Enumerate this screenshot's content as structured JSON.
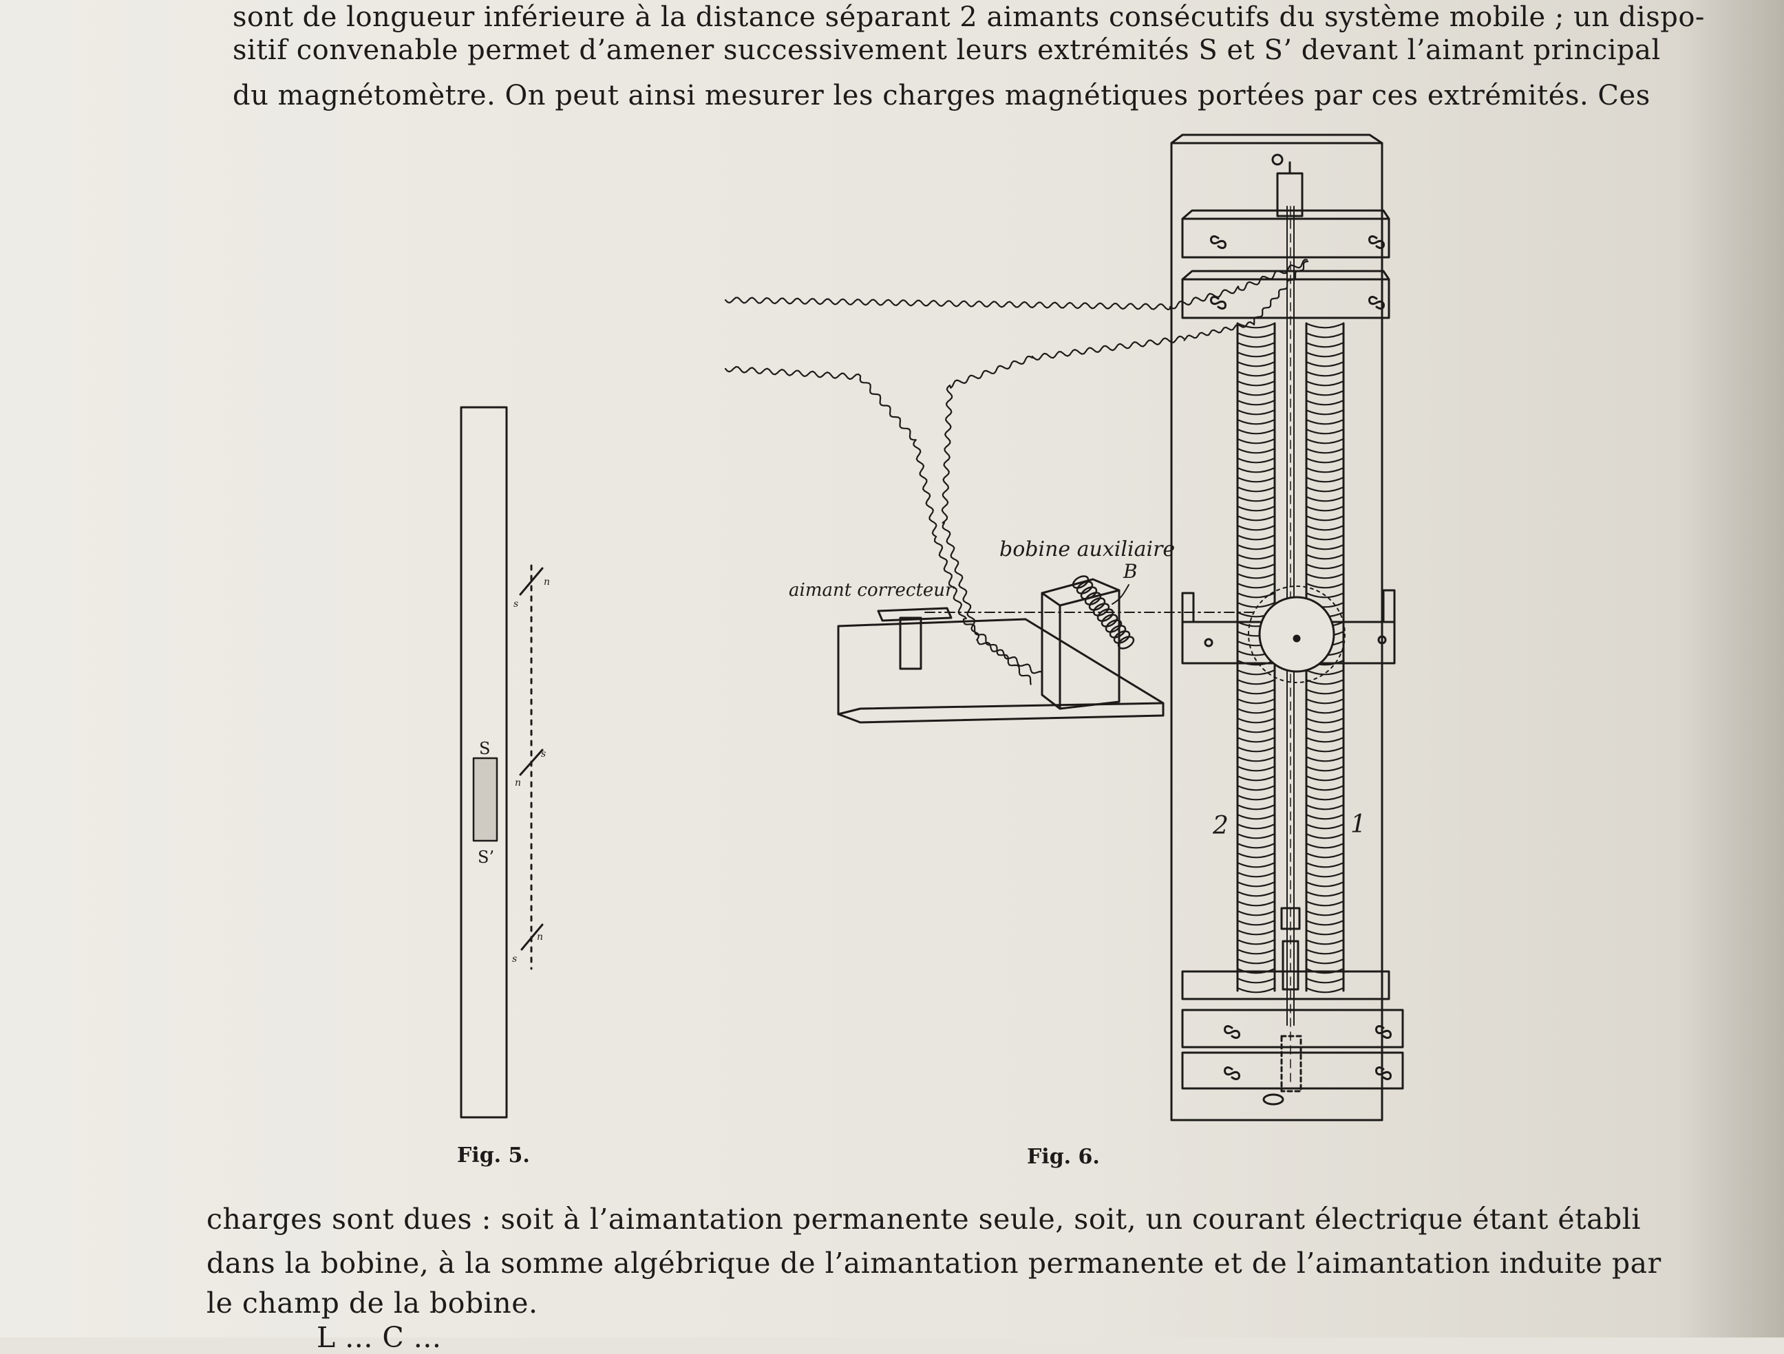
{
  "text_top": [
    "sont de longueur inférieure à la distance séparant 2 aimants consécutifs du système mobile ; un dispo-",
    "sitif convenable permet d’amener successivement leurs extrémités S et S’ devant l’aimant principal",
    "du magnétomètre. On peut ainsi mesurer les charges magnétiques portées par ces extrémités. Ces"
  ],
  "text_bottom": [
    "charges sont dues : soit à l’aimantation permanente seule, soit, un courant électrique étant établi",
    "dans la bobine, à la somme algébrique de l’aimantation permanente et de l’aimantation induite par",
    "le champ de la bobine.",
    "L ... C ..."
  ],
  "fig5": {
    "caption": "Fig. 5.",
    "label_s": "S",
    "label_s_prime": "S’",
    "small_s": "s",
    "small_n": "n"
  },
  "fig6": {
    "caption": "Fig. 6.",
    "label_bobine": "bobine auxiliaire",
    "label_aimant": "aimant correcteur",
    "label_b": "B",
    "label_2": "2",
    "label_1": "1"
  },
  "colors": {
    "ink": "#1d1b19",
    "paper": "#e7e4dd",
    "magnet_fill": "#cfcbc3"
  }
}
